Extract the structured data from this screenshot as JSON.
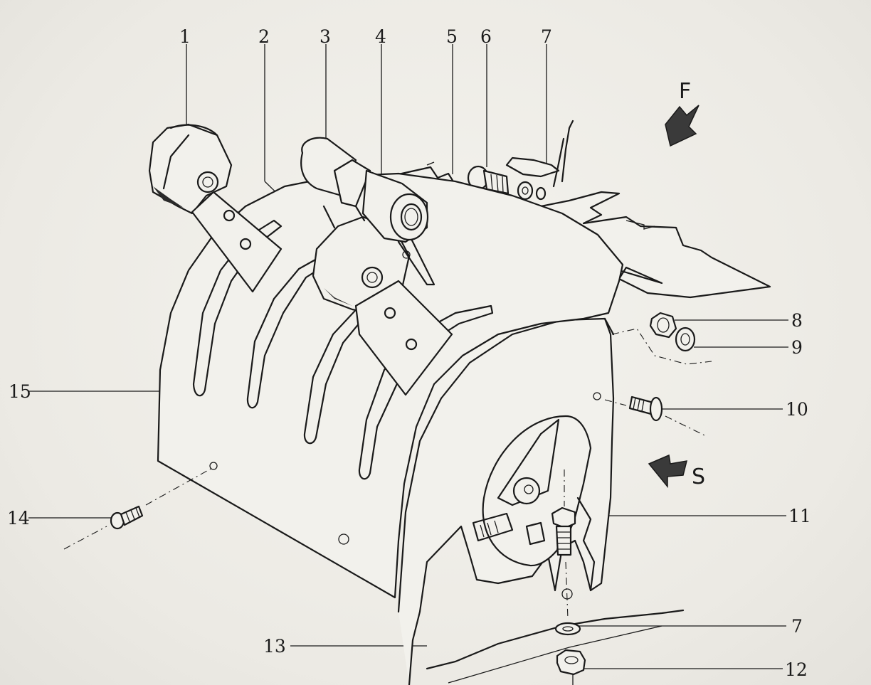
{
  "callouts": [
    {
      "id": "c1",
      "label": "1"
    },
    {
      "id": "c2",
      "label": "2"
    },
    {
      "id": "c3",
      "label": "3"
    },
    {
      "id": "c4",
      "label": "4"
    },
    {
      "id": "c5",
      "label": "5"
    },
    {
      "id": "c6",
      "label": "6"
    },
    {
      "id": "c7a",
      "label": "7"
    },
    {
      "id": "c8",
      "label": "8"
    },
    {
      "id": "c9",
      "label": "9"
    },
    {
      "id": "c10",
      "label": "10"
    },
    {
      "id": "c11",
      "label": "11"
    },
    {
      "id": "c7b",
      "label": "7"
    },
    {
      "id": "c12",
      "label": "12"
    },
    {
      "id": "c13",
      "label": "13"
    },
    {
      "id": "c14",
      "label": "14"
    },
    {
      "id": "c15",
      "label": "15"
    }
  ],
  "view_markers": {
    "front": "F",
    "side": "S"
  }
}
